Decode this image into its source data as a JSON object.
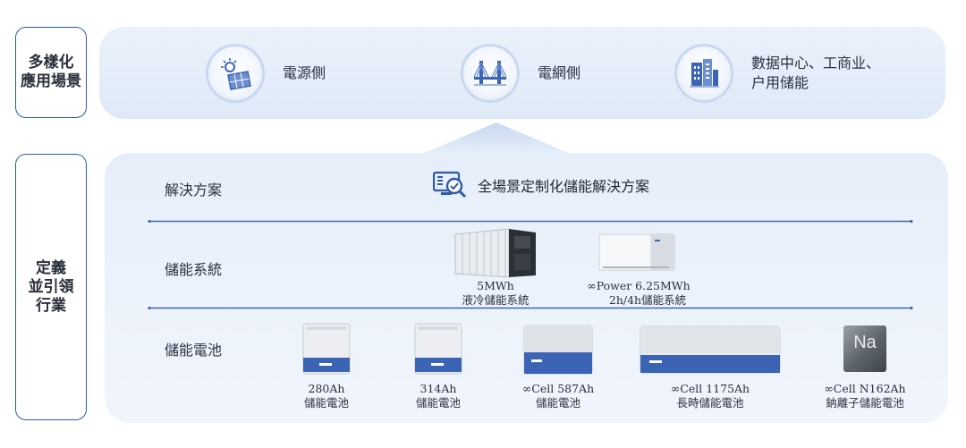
{
  "sidebar": {
    "top": {
      "line1": "多樣化",
      "line2": "應用場景"
    },
    "bottom": {
      "line1": "定義",
      "line2": "並引領",
      "line3": "行業"
    }
  },
  "scenarios": [
    {
      "icon": "solar-panel-icon",
      "line1": "電源側",
      "line2": ""
    },
    {
      "icon": "bridge-icon",
      "line1": "電網側",
      "line2": ""
    },
    {
      "icon": "buildings-icon",
      "line1": "數据中心、工商业、",
      "line2": "户用储能"
    }
  ],
  "rows": {
    "solution_label": "解決方案",
    "system_label": "儲能系統",
    "battery_label": "儲能電池"
  },
  "solution": {
    "icon": "search-monitor-icon",
    "text": "全場景定制化儲能解決方案"
  },
  "systems": [
    {
      "line1": "5MWh",
      "line2": "液冷儲能系統"
    },
    {
      "line1": "∞Power 6.25MWh",
      "line2": "2h/4h儲能系統"
    }
  ],
  "cells": [
    {
      "line1": "280Ah",
      "line2": "儲能電池"
    },
    {
      "line1": "314Ah",
      "line2": "儲能電池"
    },
    {
      "line1": "∞Cell  587Ah",
      "line2": "儲能電池"
    },
    {
      "line1": "∞Cell  1175Ah",
      "line2": "長時儲能電池"
    },
    {
      "line1": "∞Cell  N162Ah",
      "line2": "鈉離子儲能電池",
      "badge": "Na"
    }
  ],
  "colors": {
    "accent": "#2e5aa8",
    "cell_blue": "#3c64b4",
    "panel_bg": "#e3ecf8"
  }
}
